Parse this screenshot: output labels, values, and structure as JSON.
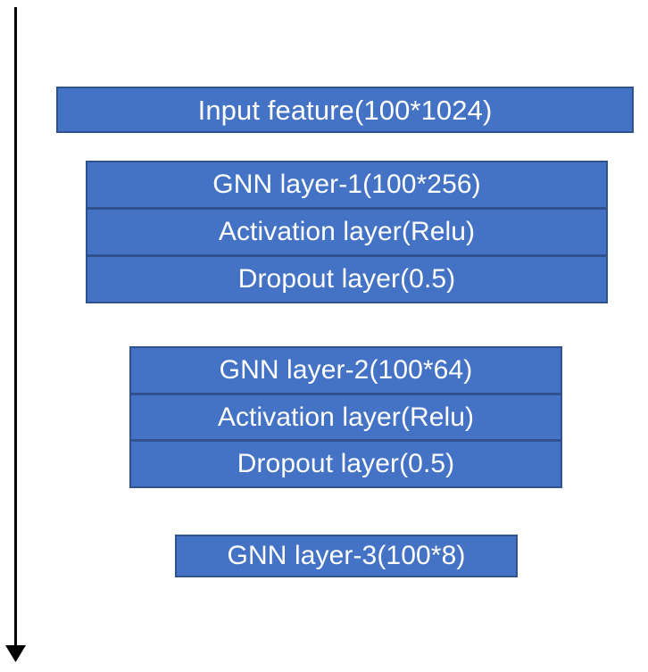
{
  "diagram": {
    "title": "GNN model architecture stack",
    "background_color": "#FFFFFF",
    "block_fill_color": "#4472C4",
    "block_border_color": "#2F528F",
    "block_text_color": "#FFFFFF",
    "arrow_color": "#000000",
    "arrow_direction": "down",
    "arrow_label": "flow-direction-arrow"
  },
  "blocks": [
    {
      "name": "input-feature",
      "rows": [
        {
          "label": "Input feature(100*1024)"
        }
      ]
    },
    {
      "name": "gnn-layer-1-group",
      "rows": [
        {
          "label": "GNN layer-1(100*256)"
        },
        {
          "label": "Activation layer(Relu)"
        },
        {
          "label": "Dropout layer(0.5)"
        }
      ]
    },
    {
      "name": "gnn-layer-2-group",
      "rows": [
        {
          "label": "GNN layer-2(100*64)"
        },
        {
          "label": "Activation layer(Relu)"
        },
        {
          "label": "Dropout layer(0.5)"
        }
      ]
    },
    {
      "name": "gnn-layer-3-group",
      "rows": [
        {
          "label": "GNN layer-3(100*8)"
        }
      ]
    }
  ]
}
